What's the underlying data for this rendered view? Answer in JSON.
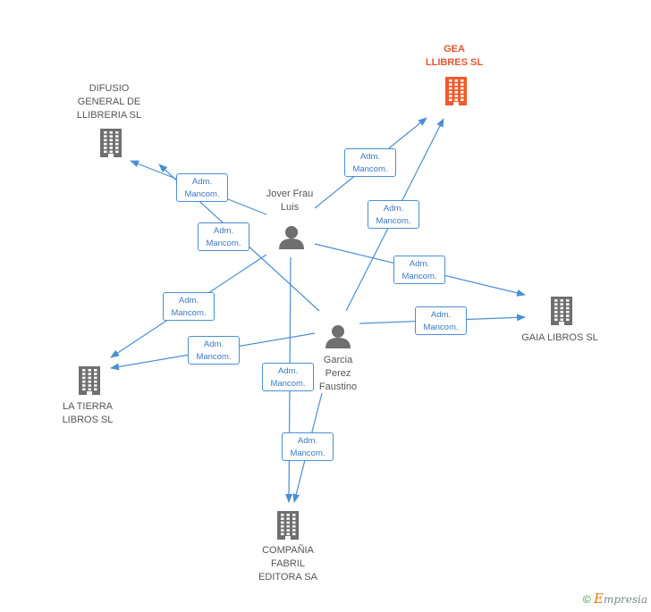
{
  "colors": {
    "edge": "#4a8fd4",
    "company": "#6f6f6f",
    "company_highlight": "#f05a28",
    "person": "#6f6f6f",
    "badge_text": "#3a78c2"
  },
  "icons": {
    "company": "building-icon",
    "person": "person-icon"
  },
  "nodes": [
    {
      "id": "gea",
      "kind": "company",
      "highlight": true,
      "label": [
        "GEA",
        "LLIBRES SL"
      ]
    },
    {
      "id": "difusio",
      "kind": "company",
      "label": [
        "DIFUSIO",
        "GENERAL DE",
        "LLIBRERIA SL"
      ]
    },
    {
      "id": "gaia",
      "kind": "company",
      "label": [
        "GAIA LIBROS SL"
      ]
    },
    {
      "id": "tierra",
      "kind": "company",
      "label": [
        "LA TIERRA",
        "LIBROS SL"
      ]
    },
    {
      "id": "compania",
      "kind": "company",
      "label": [
        "COMPAÑIA",
        "FABRIL",
        "EDITORA SA"
      ]
    },
    {
      "id": "jover",
      "kind": "person",
      "label": [
        "Jover Frau",
        "Luis"
      ]
    },
    {
      "id": "garcia",
      "kind": "person",
      "label": [
        "Garcia",
        "Perez",
        "Faustino"
      ]
    }
  ],
  "edges": [
    {
      "from": "jover",
      "to": "gea",
      "label": [
        "Adm.",
        "Mancom."
      ]
    },
    {
      "from": "jover",
      "to": "difusio",
      "label": [
        "Adm.",
        "Mancom."
      ]
    },
    {
      "from": "garcia",
      "to": "difusio",
      "label": [
        "Adm.",
        "Mancom."
      ]
    },
    {
      "from": "jover",
      "to": "gaia",
      "label": [
        "Adm.",
        "Mancom."
      ]
    },
    {
      "from": "garcia",
      "to": "gea",
      "label": [
        "Adm.",
        "Mancom."
      ]
    },
    {
      "from": "jover",
      "to": "tierra",
      "label": [
        "Adm.",
        "Mancom."
      ]
    },
    {
      "from": "garcia",
      "to": "tierra",
      "label": [
        "Adm.",
        "Mancom."
      ]
    },
    {
      "from": "garcia",
      "to": "gaia",
      "label": [
        "Adm.",
        "Mancom."
      ]
    },
    {
      "from": "jover",
      "to": "compania",
      "label": [
        "Adm.",
        "Mancom."
      ]
    },
    {
      "from": "garcia",
      "to": "compania",
      "label": [
        "Adm.",
        "Mancom."
      ]
    }
  ],
  "footer": {
    "copyright": "©",
    "brand_initial": "E",
    "brand_rest": "mpresia"
  }
}
